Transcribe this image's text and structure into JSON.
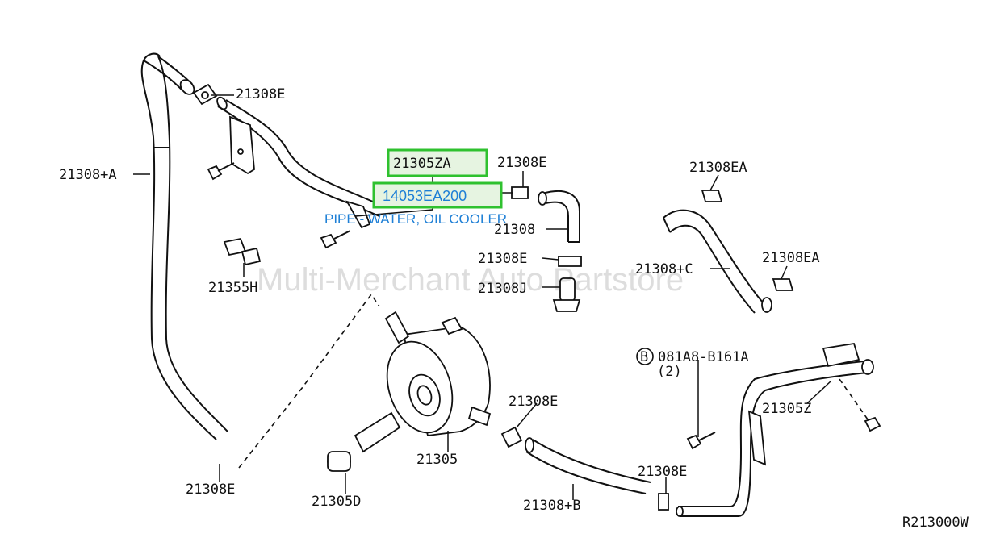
{
  "callouts": {
    "c_21308E_top": "21308E",
    "c_21308A": "21308+A",
    "c_21355H": "21355H",
    "c_21308E_btm": "21308E",
    "c_21305ZA": "21305ZA",
    "c_14053EA200": "14053EA200",
    "pipe_desc": "PIPE - WATER, OIL COOLER",
    "c_21308E_mid": "21308E",
    "c_21308": "21308",
    "c_21308E_b": "21308E",
    "c_21308J": "21308J",
    "c_21308EA_top": "21308EA",
    "c_21308C": "21308+C",
    "c_21308EA_btm": "21308EA",
    "c_081A8": "081A8-B161A",
    "c_081A8_qty": "(2)",
    "c_B_circle": "B",
    "c_21305Z": "21305Z",
    "c_21308E_cooler": "21308E",
    "c_21305": "21305",
    "c_21305D": "21305D",
    "c_21308B": "21308+B",
    "c_21308E_right": "21308E",
    "diagram_code": "R213000W"
  },
  "watermark": "Multi-Merchant Auto Partstore",
  "colors": {
    "highlight_box": "#2fc12f",
    "highlight_text": "#1e7fd6"
  }
}
